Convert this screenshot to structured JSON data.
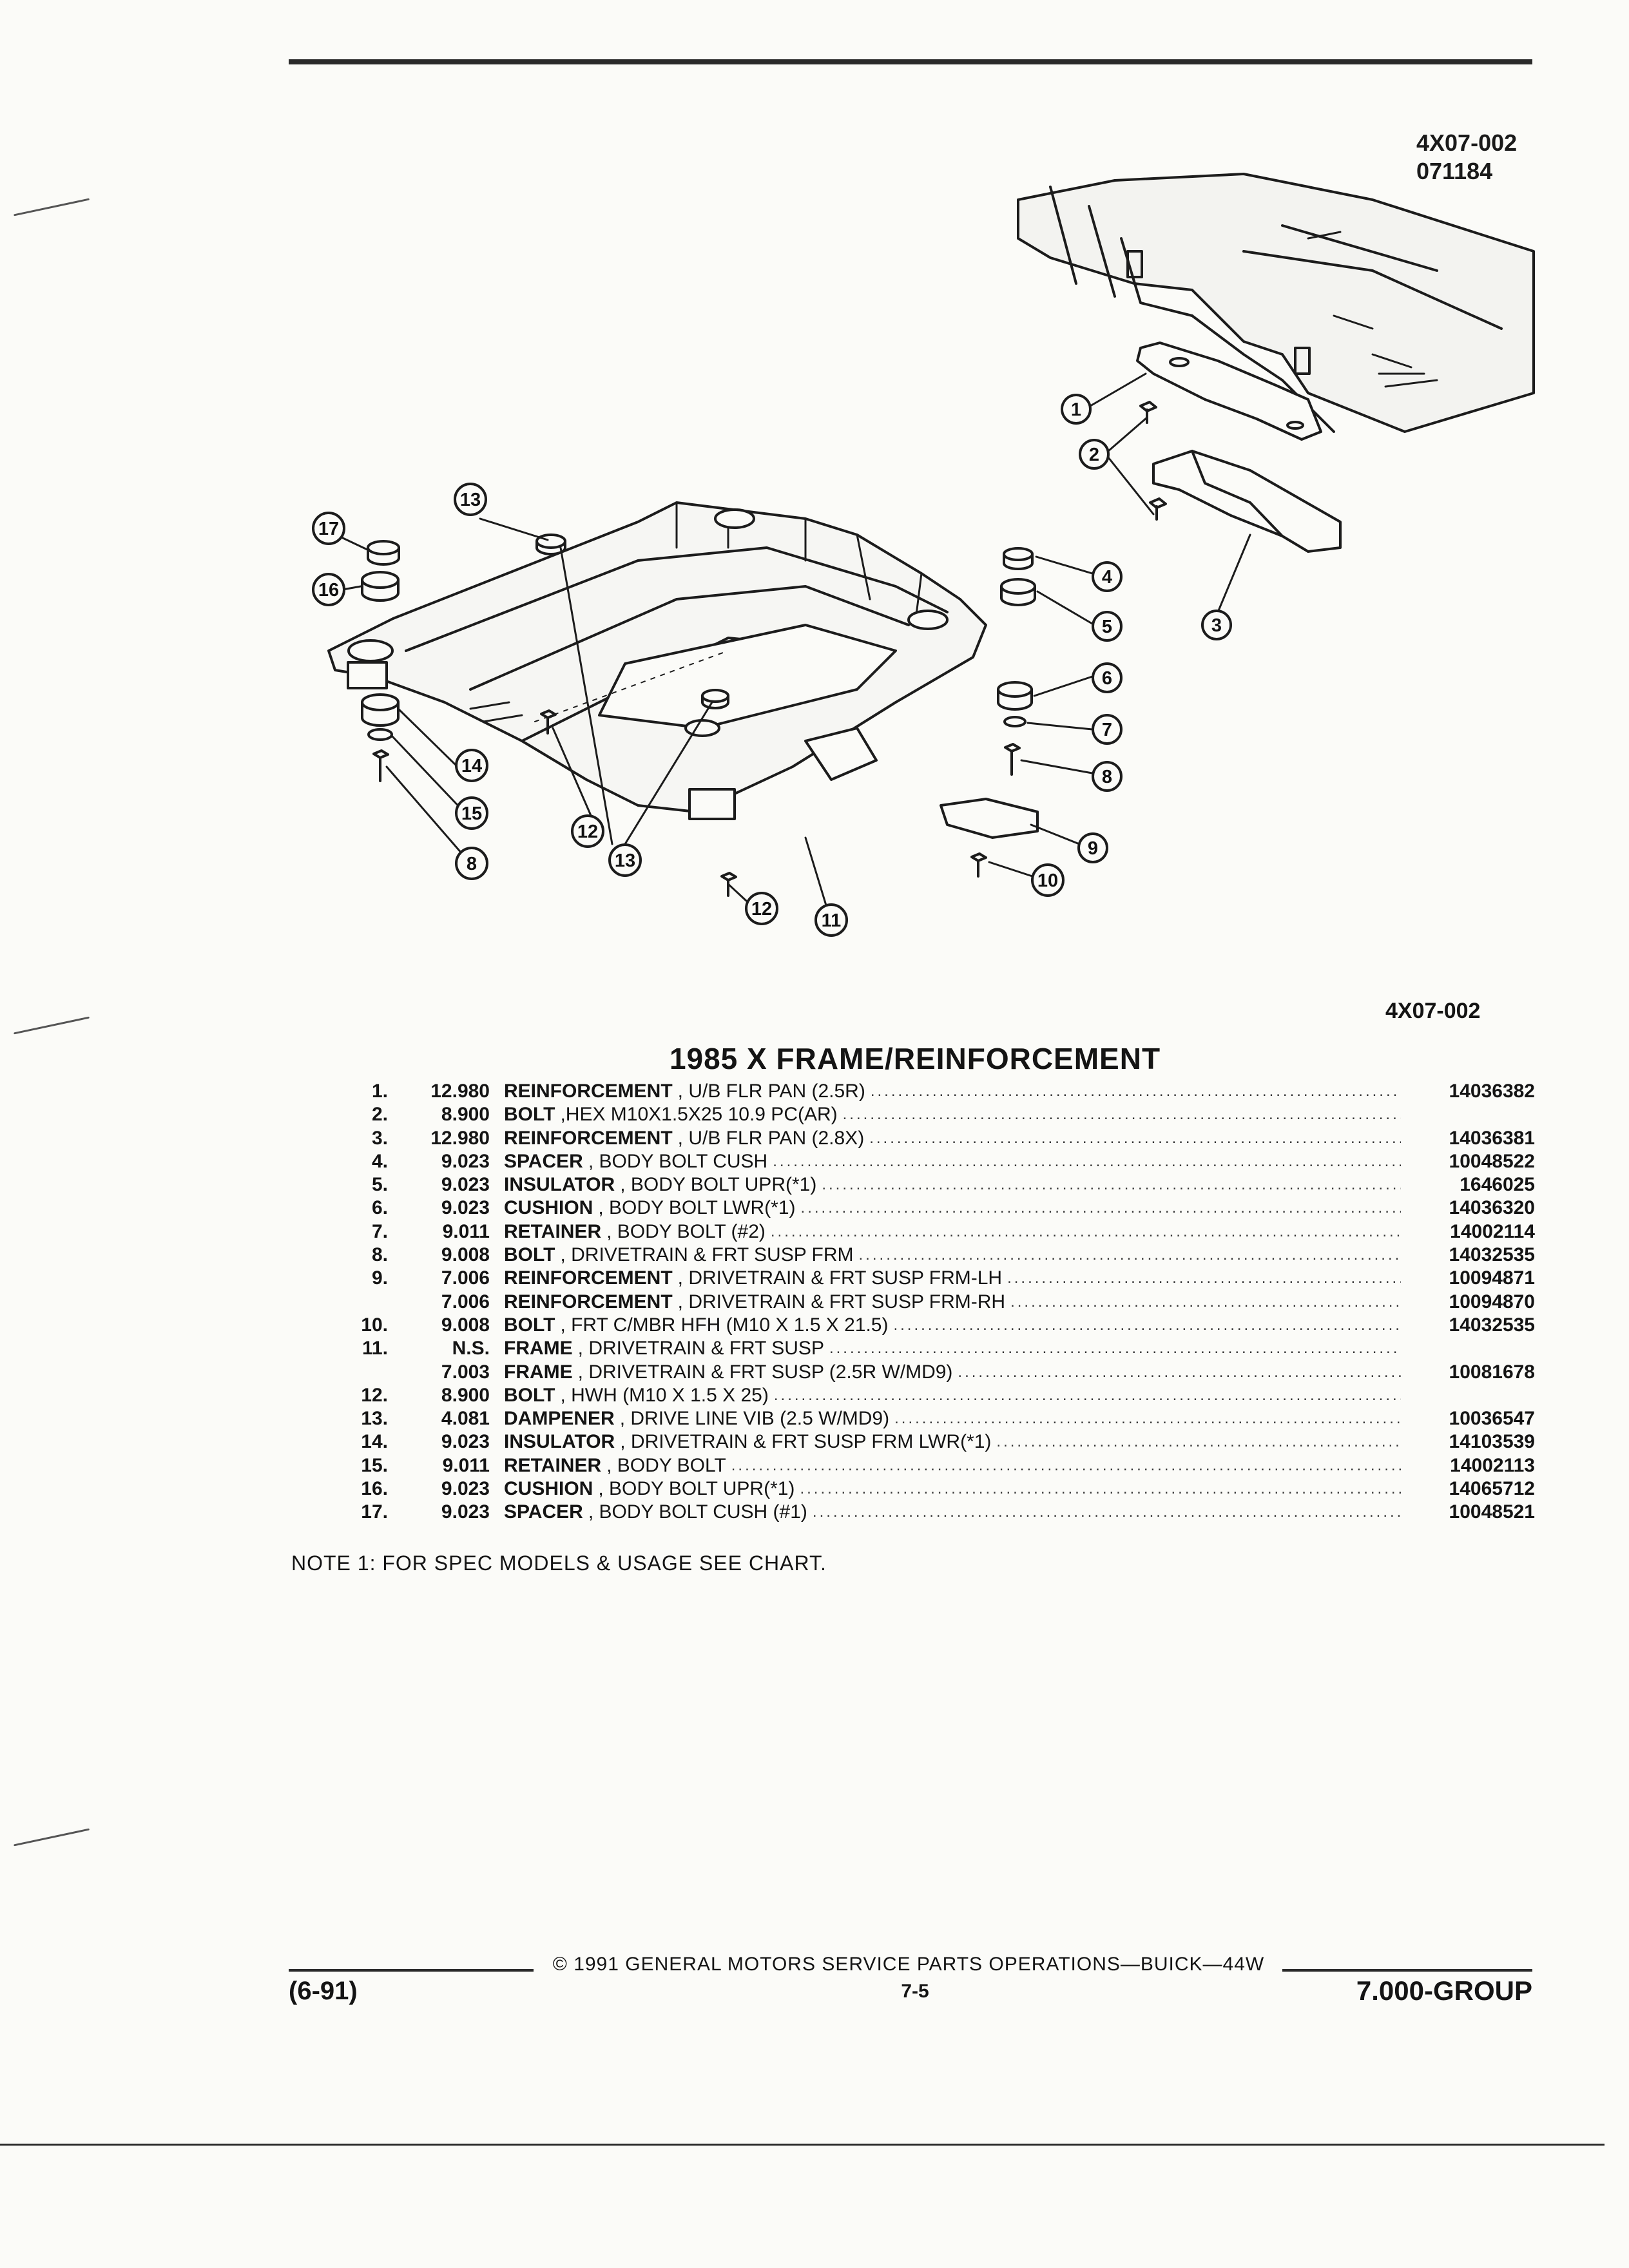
{
  "figure": {
    "code": "4X07-002",
    "date_code": "071184",
    "code_bottom": "4X07-002",
    "callouts": [
      "1",
      "2",
      "3",
      "4",
      "5",
      "6",
      "7",
      "8",
      "9",
      "10",
      "11",
      "12",
      "13",
      "14",
      "15",
      "16",
      "17"
    ]
  },
  "section_title": "1985 X FRAME/REINFORCEMENT",
  "parts": [
    {
      "num": "1.",
      "group": "12.980",
      "name": "REINFORCEMENT",
      "spec": ", U/B FLR PAN (2.5R)",
      "part": "14036382"
    },
    {
      "num": "2.",
      "group": "8.900",
      "name": "BOLT",
      "spec": ",HEX M10X1.5X25 10.9 PC(AR)",
      "part": ""
    },
    {
      "num": "3.",
      "group": "12.980",
      "name": "REINFORCEMENT",
      "spec": ", U/B FLR PAN (2.8X)",
      "part": "14036381"
    },
    {
      "num": "4.",
      "group": "9.023",
      "name": "SPACER",
      "spec": ", BODY BOLT CUSH",
      "part": "10048522"
    },
    {
      "num": "5.",
      "group": "9.023",
      "name": "INSULATOR",
      "spec": ", BODY BOLT UPR(*1)",
      "part": "1646025"
    },
    {
      "num": "6.",
      "group": "9.023",
      "name": "CUSHION",
      "spec": ", BODY BOLT LWR(*1)",
      "part": "14036320"
    },
    {
      "num": "7.",
      "group": "9.011",
      "name": "RETAINER",
      "spec": ", BODY BOLT (#2)",
      "part": "14002114"
    },
    {
      "num": "8.",
      "group": "9.008",
      "name": "BOLT",
      "spec": ", DRIVETRAIN & FRT SUSP FRM",
      "part": "14032535"
    },
    {
      "num": "9.",
      "group": "7.006",
      "name": "REINFORCEMENT",
      "spec": ", DRIVETRAIN & FRT SUSP FRM-LH",
      "part": "10094871"
    },
    {
      "num": "",
      "group": "7.006",
      "name": "REINFORCEMENT",
      "spec": ", DRIVETRAIN & FRT SUSP FRM-RH",
      "part": "10094870"
    },
    {
      "num": "10.",
      "group": "9.008",
      "name": "BOLT",
      "spec": ", FRT C/MBR HFH (M10 X 1.5 X 21.5)",
      "part": "14032535"
    },
    {
      "num": "11.",
      "group": "N.S.",
      "name": "FRAME",
      "spec": ", DRIVETRAIN & FRT SUSP",
      "part": ""
    },
    {
      "num": "",
      "group": "7.003",
      "name": "FRAME",
      "spec": ", DRIVETRAIN & FRT SUSP (2.5R W/MD9)",
      "part": "10081678"
    },
    {
      "num": "12.",
      "group": "8.900",
      "name": "BOLT",
      "spec": ", HWH (M10 X 1.5 X 25)",
      "part": ""
    },
    {
      "num": "13.",
      "group": "4.081",
      "name": "DAMPENER",
      "spec": ", DRIVE LINE VIB (2.5 W/MD9)",
      "part": "10036547"
    },
    {
      "num": "14.",
      "group": "9.023",
      "name": "INSULATOR",
      "spec": ", DRIVETRAIN & FRT SUSP FRM LWR(*1)",
      "part": "14103539"
    },
    {
      "num": "15.",
      "group": "9.011",
      "name": "RETAINER",
      "spec": ", BODY BOLT",
      "part": "14002113"
    },
    {
      "num": "16.",
      "group": "9.023",
      "name": "CUSHION",
      "spec": ", BODY BOLT UPR(*1)",
      "part": "14065712"
    },
    {
      "num": "17.",
      "group": "9.023",
      "name": "SPACER",
      "spec": ", BODY BOLT CUSH (#1)",
      "part": "10048521"
    }
  ],
  "note": "NOTE  1:  FOR SPEC MODELS & USAGE SEE CHART.",
  "footer": {
    "copyright": "© 1991 GENERAL MOTORS SERVICE PARTS OPERATIONS—BUICK—44W",
    "date": "(6-91)",
    "page": "7-5",
    "group": "7.000-GROUP"
  }
}
